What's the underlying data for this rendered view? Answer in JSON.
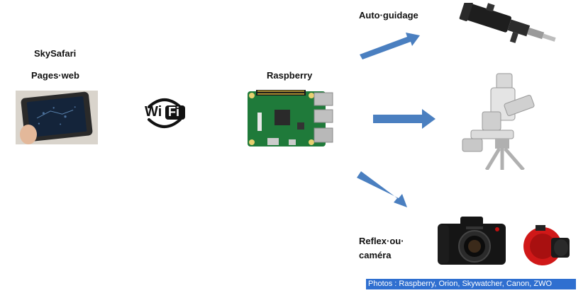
{
  "labels": {
    "skysafari": "SkySafari",
    "pages_web": "Pages·web",
    "raspberry": "Raspberry",
    "autoguidage": "Auto·guidage",
    "reflex_line1": "Reflex·ou·",
    "reflex_line2": "caméra"
  },
  "wifi_logo": {
    "left": "Wi",
    "right": "Fi"
  },
  "credit": "Photos : Raspberry,  Orion, Skywatcher,  Canon, ZWO",
  "colors": {
    "arrow": "#4a7fc0",
    "credit_bg": "#2f6fd0",
    "pcb_green": "#1f7a3a",
    "camera_red": "#d01818"
  },
  "icons": {
    "tablet": "tablet-photo",
    "wifi": "wifi-logo",
    "board": "raspberry-pi-board",
    "guide_scope": "guide-scope-photo",
    "mount": "equatorial-mount-photo",
    "dslr": "dslr-camera-photo",
    "astro_camera": "astro-camera-photo"
  }
}
